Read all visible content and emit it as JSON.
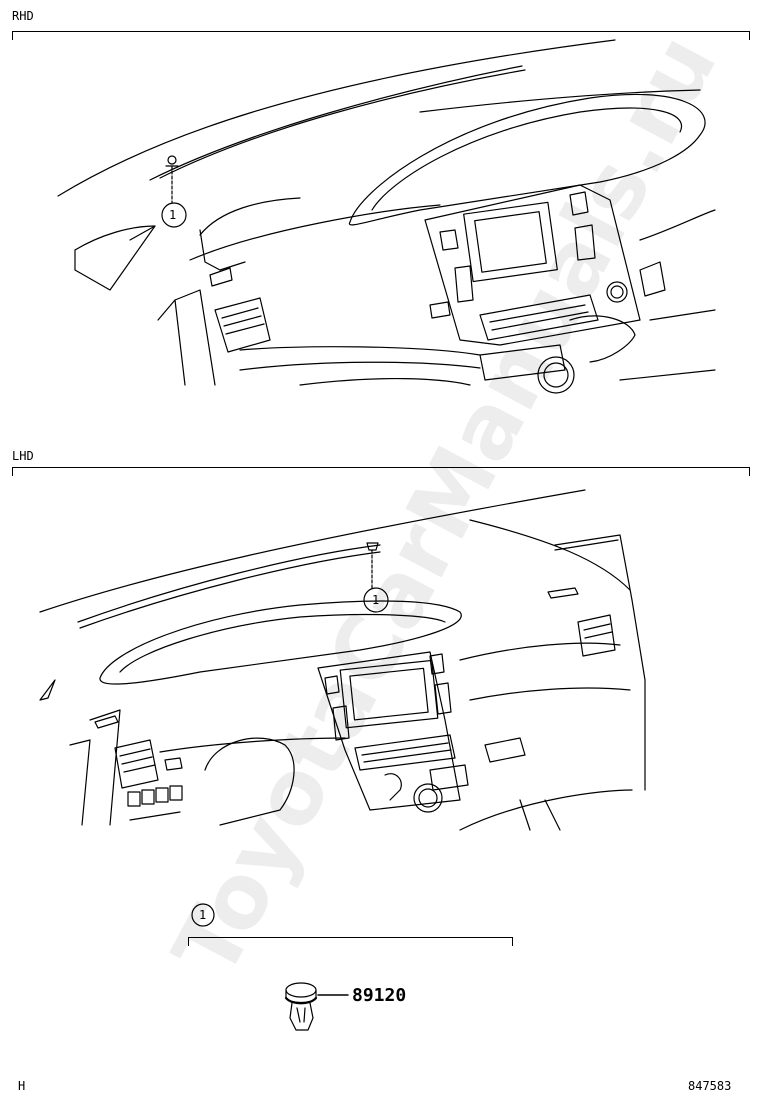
{
  "sections": {
    "rhd_label": "RHD",
    "lhd_label": "LHD"
  },
  "callouts": {
    "rhd": "1",
    "lhd": "1",
    "legend": "1"
  },
  "part": {
    "number": "89120"
  },
  "footer": {
    "left_code": "H",
    "illustration_id": "847583"
  },
  "watermark": {
    "text": "ToyotaCarManuals.ru"
  }
}
